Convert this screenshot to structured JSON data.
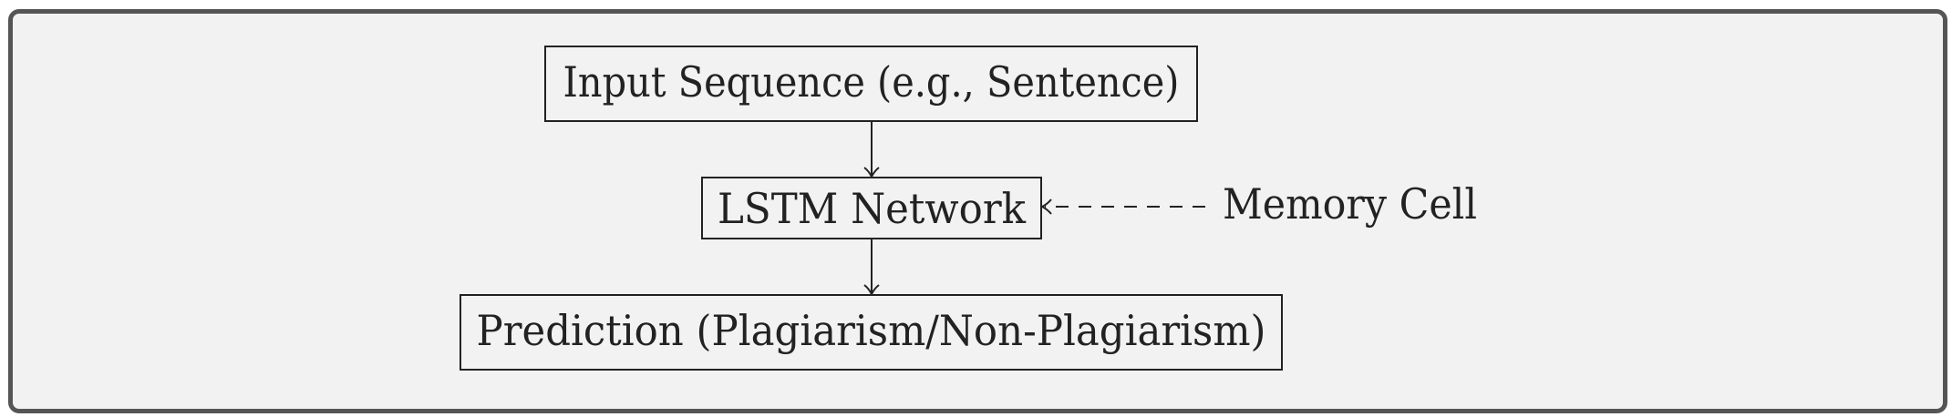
{
  "diagram": {
    "nodes": {
      "input": "Input Sequence (e.g., Sentence)",
      "lstm": "LSTM Network",
      "prediction": "Prediction (Plagiarism/Non-Plagiarism)",
      "memory": "Memory Cell"
    },
    "edges": [
      {
        "from": "input",
        "to": "lstm",
        "style": "solid"
      },
      {
        "from": "lstm",
        "to": "prediction",
        "style": "solid"
      },
      {
        "from": "memory",
        "to": "lstm",
        "style": "dashed"
      }
    ]
  }
}
